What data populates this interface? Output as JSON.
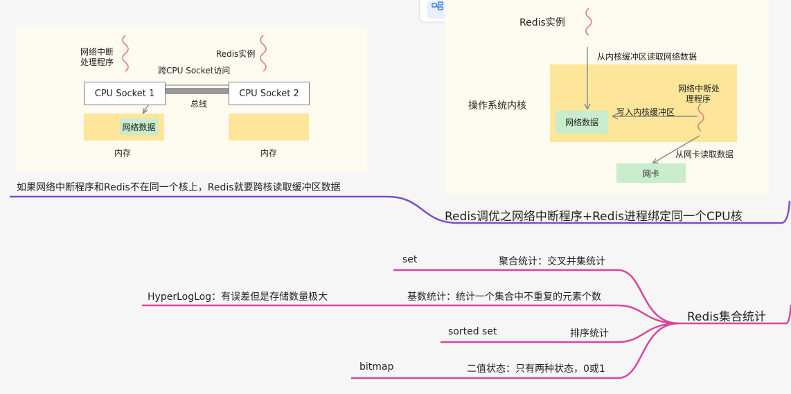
{
  "toolbar": {
    "mindmap_icon": "mindmap-icon",
    "outline_icon": "outline-list-icon"
  },
  "left_figure": {
    "irq_label_1": "网络中断",
    "irq_label_2": "处理程序",
    "redis_label": "Redis实例",
    "cross_socket": "跨CPU Socket访问",
    "socket1": "CPU Socket 1",
    "socket2": "CPU Socket 2",
    "bus": "总线",
    "net_data": "网络数据",
    "mem1": "内存",
    "mem2": "内存"
  },
  "right_figure": {
    "redis_label": "Redis实例",
    "read_kernel": "从内核缓冲区读取网络数据",
    "os_kernel": "操作系统内核",
    "irq_1": "网络中断处",
    "irq_2": "理程序",
    "write_kernel": "写入内核缓冲区",
    "net_data": "网络数据",
    "read_nic": "从网卡读取数据",
    "nic": "网卡"
  },
  "mindmap": {
    "caption_cross_core": "如果网络中断程序和Redis不在同一个核上，Redis就要跨核读取缓冲区数据",
    "topic_cpu_binding": "Redis调优之网络中断程序+Redis进程绑定同一个CPU核",
    "topic_collection_stats": "Redis集合统计",
    "branches": [
      {
        "label": "聚合统计：交叉并集统计",
        "child": "set"
      },
      {
        "label": "基数统计：统计一个集合中不重复的元素个数",
        "child": "HyperLogLog：有误差但是存储数量极大"
      },
      {
        "label": "排序统计",
        "child": "sorted set"
      },
      {
        "label": "二值状态：只有两种状态，0或1",
        "child": "bitmap"
      }
    ],
    "colors": {
      "purple": "#7b4fc9",
      "pink": "#d6479c"
    }
  }
}
